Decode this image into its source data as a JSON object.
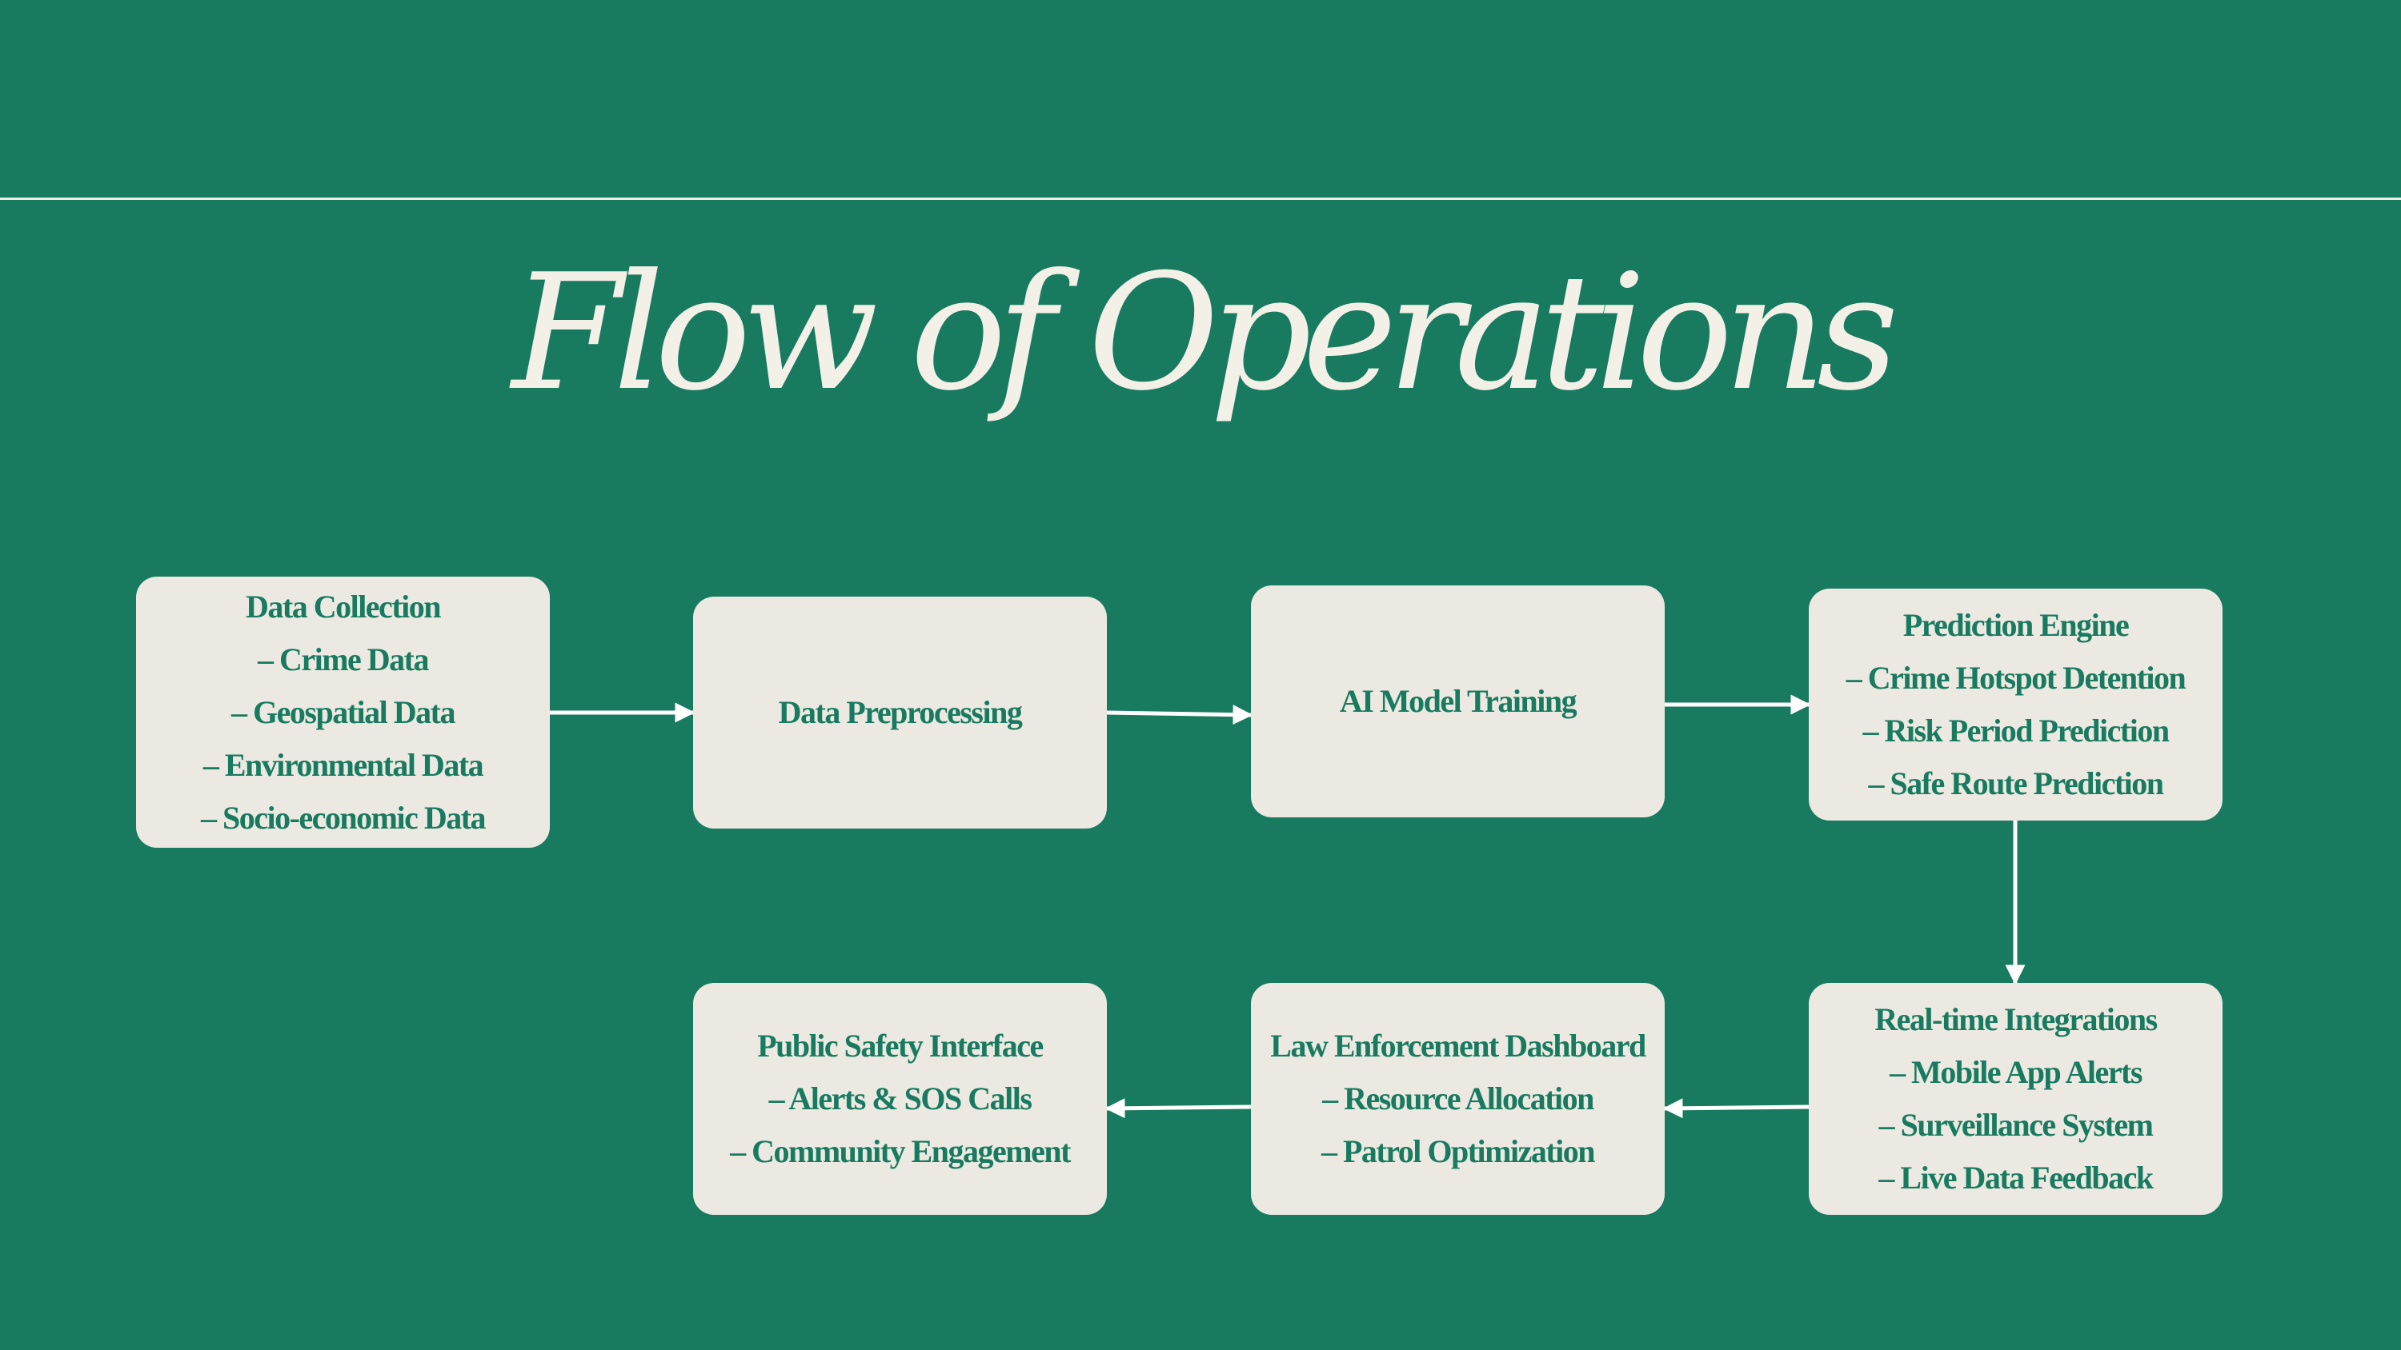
{
  "title": "Flow of Operations",
  "nodes": [
    {
      "heading": "Data Collection",
      "items": [
        "– Crime Data",
        "– Geospatial Data",
        "– Environmental Data",
        "– Socio-economic Data"
      ]
    },
    {
      "heading": "Data Preprocessing",
      "items": []
    },
    {
      "heading": "AI Model Training",
      "items": []
    },
    {
      "heading": "Prediction Engine",
      "items": [
        "– Crime Hotspot Detention",
        "– Risk Period Prediction",
        "– Safe Route Prediction"
      ]
    },
    {
      "heading": "Real-time Integrations",
      "items": [
        "– Mobile App Alerts",
        "– Surveillance System",
        "– Live Data Feedback"
      ]
    },
    {
      "heading": "Law Enforcement Dashboard",
      "items": [
        "– Resource Allocation",
        "– Patrol Optimization"
      ]
    },
    {
      "heading": "Public Safety Interface",
      "items": [
        "– Alerts & SOS Calls",
        "– Community Engagement"
      ]
    }
  ],
  "colors": {
    "background": "#187a5f",
    "box": "#ece9e2",
    "box_text": "#187a5f",
    "title": "#f3f0e8",
    "arrow": "#ffffff"
  }
}
